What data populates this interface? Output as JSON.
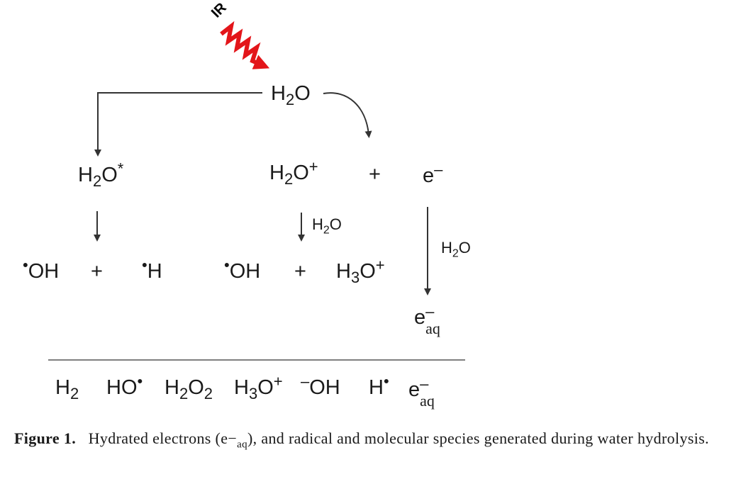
{
  "ir_label": "IR",
  "nodes": {
    "h2o_top": {
      "base": "H",
      "sub": "2",
      "rest": "O"
    },
    "h2o_excited": {
      "base": "H",
      "sub": "2",
      "rest": "O",
      "sup": "*"
    },
    "h2o_plus": {
      "base": "H",
      "sub": "2",
      "rest": "O",
      "sup": "+"
    },
    "plus_1": "+",
    "electron": {
      "base": "e",
      "sup": "–"
    },
    "oh_radical_left": {
      "dot": "•",
      "text": "OH"
    },
    "plus_2": "+",
    "h_radical": {
      "dot": "•",
      "text": "H"
    },
    "oh_radical_mid": {
      "dot": "•",
      "text": "OH"
    },
    "plus_3": "+",
    "h3o_plus": {
      "base": "H",
      "sub": "3",
      "rest": "O",
      "sup": "+"
    },
    "electron_aq": {
      "base": "e",
      "sup": "–",
      "sub": "aq"
    }
  },
  "arrow_labels": {
    "mid_h2o": {
      "base": "H",
      "sub": "2",
      "rest": "O"
    },
    "right_h2o": {
      "base": "H",
      "sub": "2",
      "rest": "O"
    }
  },
  "products": [
    {
      "base": "H",
      "sub": "2"
    },
    {
      "base": "HO",
      "sup": "•"
    },
    {
      "base": "H",
      "sub": "2",
      "rest": "O",
      "sub2": "2"
    },
    {
      "base": "H",
      "sub": "3",
      "rest": "O",
      "sup": "+"
    },
    {
      "pre": "–",
      "base": "OH"
    },
    {
      "base": "H",
      "sup": "•"
    },
    {
      "base": "e",
      "sup": "–",
      "sub": "aq"
    }
  ],
  "caption": {
    "label": "Figure 1.",
    "text_before": "Hydrated electrons (e−",
    "sub": "aq",
    "text_after": "), and radical and molecular species generated during water hydrolysis."
  },
  "colors": {
    "ir_wave": "#e3151a",
    "ink": "#1a1a1a",
    "arrow": "#333333"
  }
}
